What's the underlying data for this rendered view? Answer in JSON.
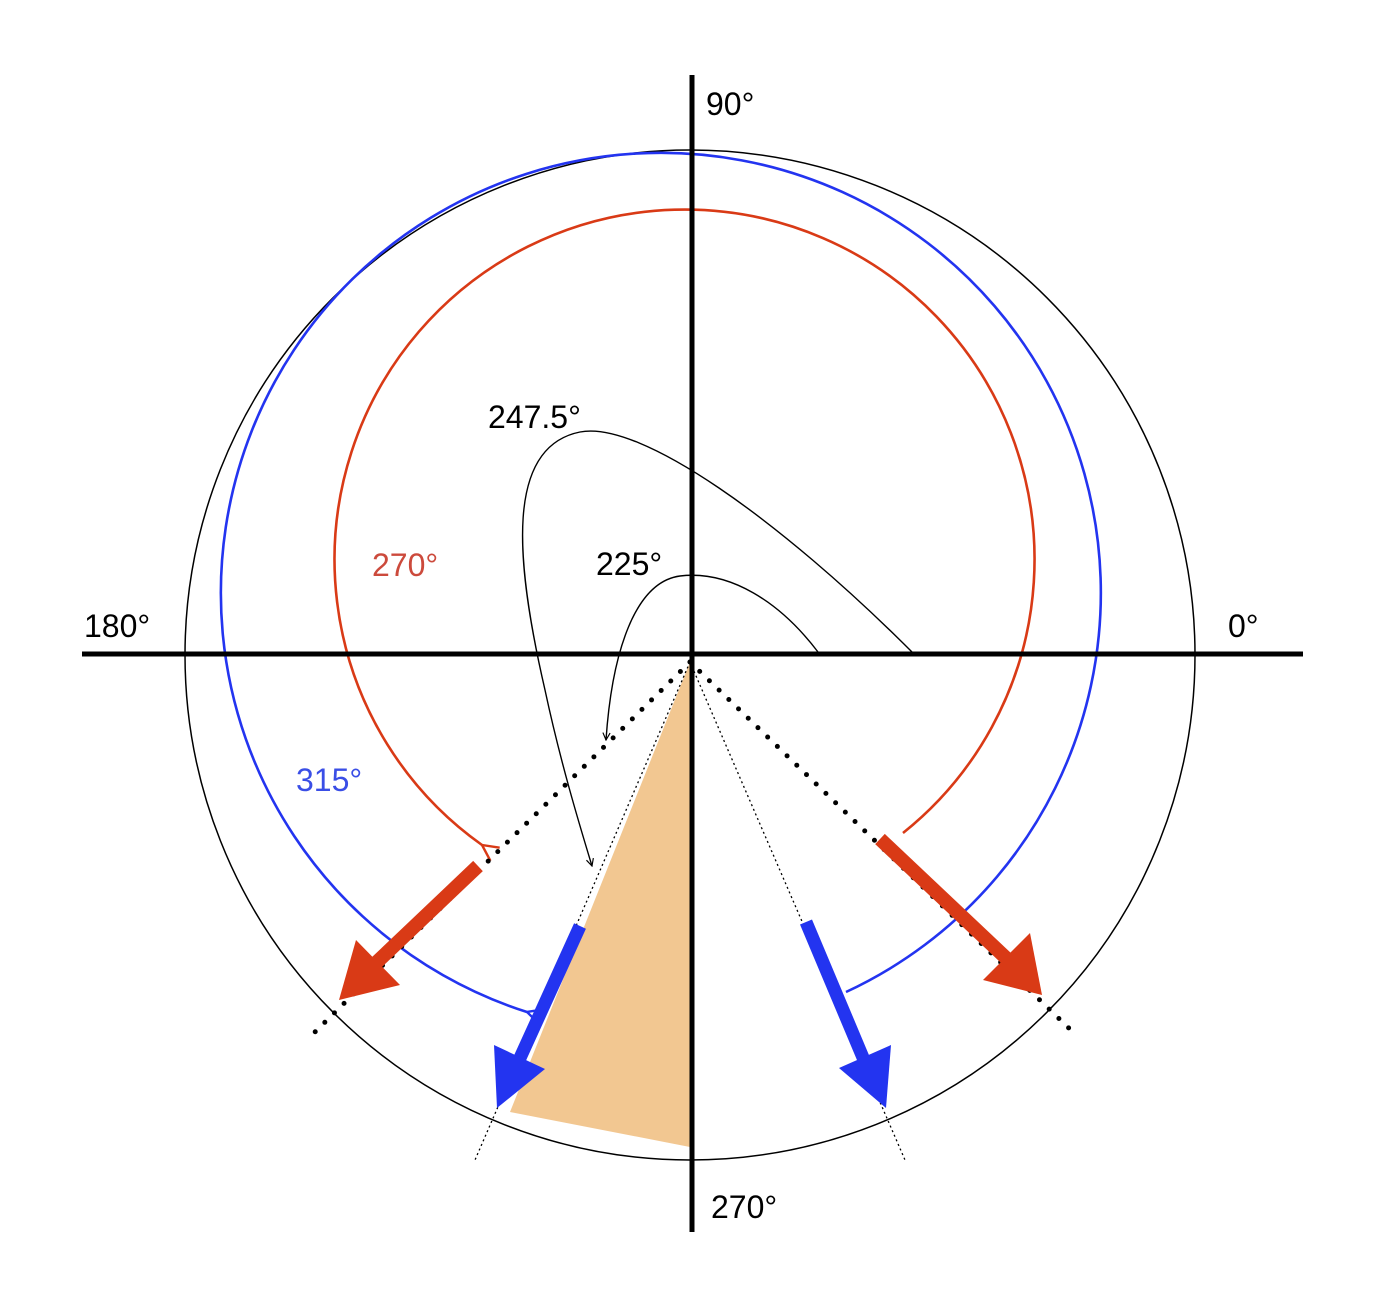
{
  "axis_labels": {
    "right": "0°",
    "top": "90°",
    "left": "180°",
    "bottom": "270°"
  },
  "arc_labels": {
    "a225": "225°",
    "a247": "247.5°",
    "a270": "270°",
    "a315": "315°"
  },
  "colors": {
    "ink": "#000000",
    "red": "#d93a16",
    "red_label": "#cc4a3c",
    "blue": "#2334f0",
    "blue_label": "#3a4ee6",
    "wedge": "#f2c791"
  }
}
